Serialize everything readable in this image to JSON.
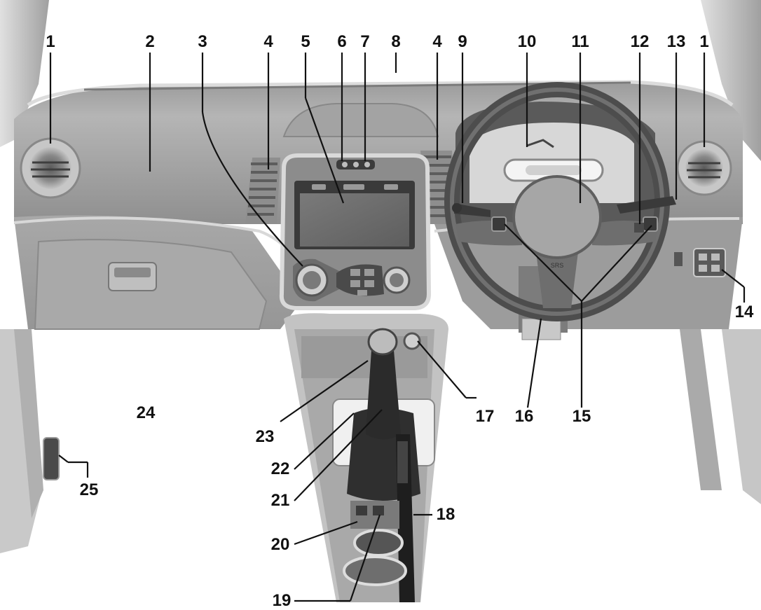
{
  "callouts": {
    "c1a": "1",
    "c2": "2",
    "c3": "3",
    "c4a": "4",
    "c5": "5",
    "c6": "6",
    "c7": "7",
    "c8": "8",
    "c4b": "4",
    "c9": "9",
    "c10": "10",
    "c11": "11",
    "c12": "12",
    "c13": "13",
    "c1b": "1",
    "c14": "14",
    "c15": "15",
    "c16": "16",
    "c17": "17",
    "c18": "18",
    "c19": "19",
    "c20": "20",
    "c21": "21",
    "c22": "22",
    "c23": "23",
    "c24": "24",
    "c25": "25"
  },
  "colors": {
    "dash_light": "#d4d4d4",
    "dash_mid": "#b3b3b3",
    "dash_dark": "#7d7d7d",
    "trim_dark": "#4a4a4a",
    "leader": "#111111"
  },
  "icons": [
    "air-vent-icon",
    "steering-wheel-icon",
    "gear-lever-icon",
    "handbrake-icon",
    "screen-icon"
  ]
}
